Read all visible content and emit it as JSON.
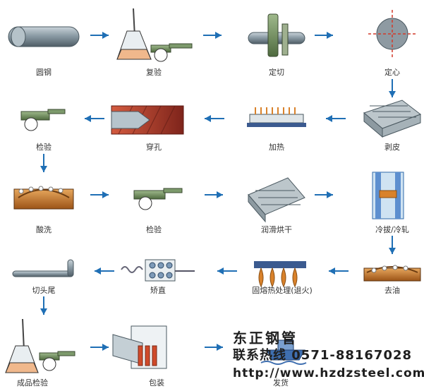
{
  "steps": [
    {
      "id": "round-steel",
      "label": "圆钢"
    },
    {
      "id": "reinspection",
      "label": "复验"
    },
    {
      "id": "cut-to-length",
      "label": "定切"
    },
    {
      "id": "centering",
      "label": "定心"
    },
    {
      "id": "peeling",
      "label": "剥皮"
    },
    {
      "id": "heating",
      "label": "加热"
    },
    {
      "id": "piercing",
      "label": "穿孔"
    },
    {
      "id": "inspection-1",
      "label": "检验"
    },
    {
      "id": "pickling",
      "label": "酸洗"
    },
    {
      "id": "inspection-2",
      "label": "检验"
    },
    {
      "id": "lubricate-dry",
      "label": "润滑烘干"
    },
    {
      "id": "cold-draw-roll",
      "label": "冷拔/冷轧"
    },
    {
      "id": "degreasing",
      "label": "去油"
    },
    {
      "id": "solution-annealing",
      "label": "固熔热处理(退火)"
    },
    {
      "id": "straightening",
      "label": "矫直"
    },
    {
      "id": "end-cutting",
      "label": "切头尾"
    },
    {
      "id": "final-inspection",
      "label": "成品检验"
    },
    {
      "id": "packaging",
      "label": "包装"
    },
    {
      "id": "shipping",
      "label": "发货"
    }
  ],
  "flow": [
    [
      "round-steel",
      "reinspection"
    ],
    [
      "reinspection",
      "cut-to-length"
    ],
    [
      "cut-to-length",
      "centering"
    ],
    [
      "centering",
      "peeling"
    ],
    [
      "peeling",
      "heating"
    ],
    [
      "heating",
      "piercing"
    ],
    [
      "piercing",
      "inspection-1"
    ],
    [
      "inspection-1",
      "pickling"
    ],
    [
      "pickling",
      "inspection-2"
    ],
    [
      "inspection-2",
      "lubricate-dry"
    ],
    [
      "lubricate-dry",
      "cold-draw-roll"
    ],
    [
      "cold-draw-roll",
      "degreasing"
    ],
    [
      "degreasing",
      "solution-annealing"
    ],
    [
      "solution-annealing",
      "straightening"
    ],
    [
      "straightening",
      "end-cutting"
    ],
    [
      "end-cutting",
      "final-inspection"
    ],
    [
      "final-inspection",
      "packaging"
    ],
    [
      "packaging",
      "shipping"
    ]
  ],
  "watermark": {
    "company": "东正钢管",
    "hotline": "联系热线 0571-88167028",
    "url": "http://www.hzdzsteel.com"
  },
  "colors": {
    "arrow": "#1f6fb5",
    "steel": "#8a9aa4",
    "machine_green": "#6f8f5f",
    "heat_orange": "#d9822b",
    "pierce_red": "#b23a2a"
  },
  "icons": {
    "round-steel": "round-bar-icon",
    "reinspection": "lab-flask-icon",
    "cut-to-length": "saw-cut-icon",
    "centering": "center-mark-icon",
    "peeling": "peeling-machine-icon",
    "heating": "furnace-icon",
    "piercing": "piercing-mill-icon",
    "inspection-1": "inspection-gauge-icon",
    "pickling": "acid-bath-icon",
    "inspection-2": "inspection-gauge-icon",
    "lubricate-dry": "drying-rack-icon",
    "cold-draw-roll": "cold-drawing-die-icon",
    "degreasing": "degreasing-bath-icon",
    "solution-annealing": "annealing-furnace-icon",
    "straightening": "straightener-icon",
    "end-cutting": "bent-tube-icon",
    "final-inspection": "lab-flask-icon",
    "packaging": "tube-bundle-icon",
    "shipping": "ship-icon"
  }
}
